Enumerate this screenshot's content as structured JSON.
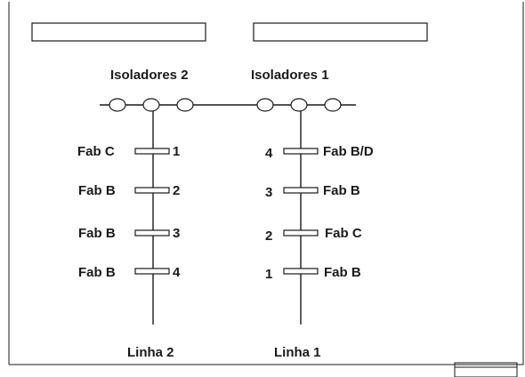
{
  "left_group": {
    "title": "Isoladores 2",
    "line_label": "Linha 2",
    "positions": [
      {
        "fab": "Fab C",
        "num": "1"
      },
      {
        "fab": "Fab B",
        "num": "2"
      },
      {
        "fab": "Fab B",
        "num": "3"
      },
      {
        "fab": "Fab B",
        "num": "4"
      }
    ]
  },
  "right_group": {
    "title": "Isoladores 1",
    "line_label": "Linha 1",
    "positions": [
      {
        "fab": "Fab B/D",
        "num": "4"
      },
      {
        "fab": "Fab B",
        "num": "3"
      },
      {
        "fab": "Fab C",
        "num": "2"
      },
      {
        "fab": "Fab B",
        "num": "1"
      }
    ]
  }
}
